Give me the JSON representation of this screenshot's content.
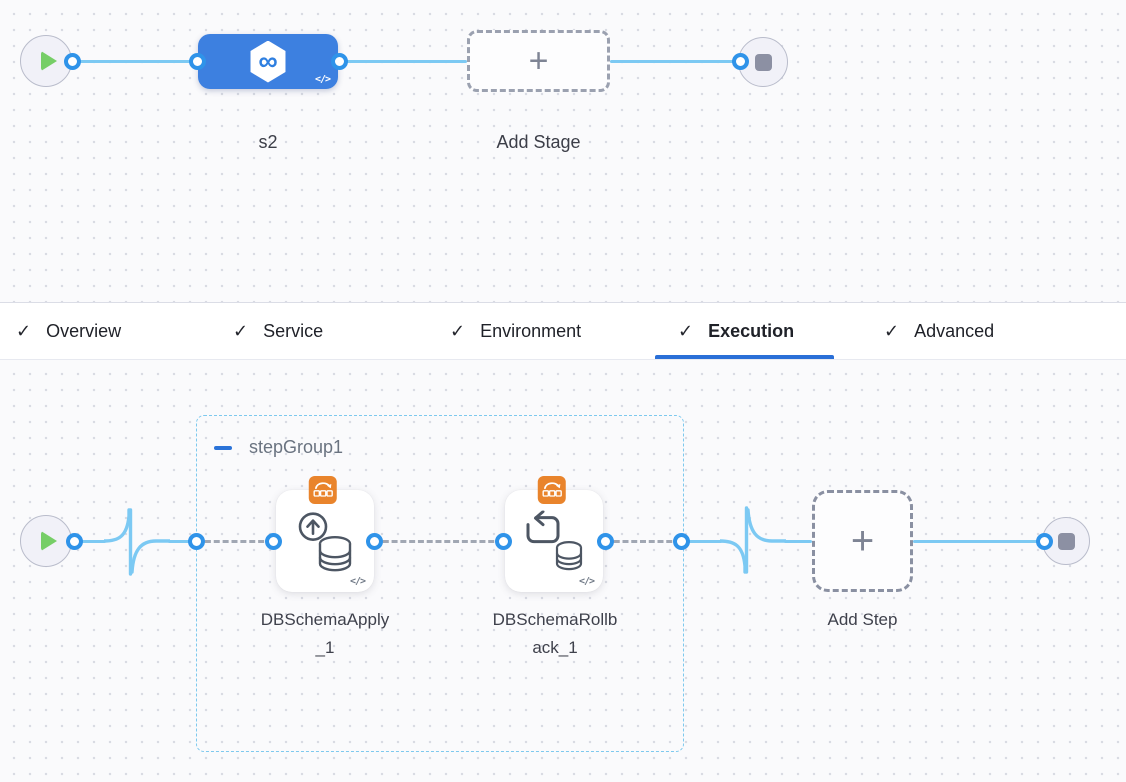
{
  "glyphs": {
    "plus": "+",
    "check": "✓",
    "infinity": "∞",
    "code": "</>"
  },
  "colors": {
    "stage_blue": "#3D80E0",
    "line_blue": "#7CC9F3",
    "ring_blue": "#2F93E9",
    "underline_blue": "#2A6FD7",
    "badge_orange": "#E9842C",
    "group_border_blue": "#7EC9EE",
    "play_green": "#76CE67",
    "stop_gray": "#8C90A3"
  },
  "top_pipeline": {
    "start_node": "pipeline-start",
    "end_node": "pipeline-stop",
    "stage": {
      "label": "s2",
      "icon": "harness-infinity-icon",
      "code_glyph": "</>"
    },
    "add_stage": {
      "label": "Add Stage",
      "icon": "plus-icon"
    }
  },
  "tabs": {
    "items": [
      {
        "label": "Overview",
        "icon": "check-icon",
        "active": false
      },
      {
        "label": "Service",
        "icon": "check-icon",
        "active": false
      },
      {
        "label": "Environment",
        "icon": "check-icon",
        "active": false
      },
      {
        "label": "Execution",
        "icon": "check-icon",
        "active": true
      },
      {
        "label": "Advanced",
        "icon": "check-icon",
        "active": false
      }
    ]
  },
  "execution": {
    "start_node": "execution-start",
    "end_node": "execution-stop",
    "step_group": {
      "label": "stepGroup1",
      "collapse_icon": "minus-icon",
      "steps": [
        {
          "label": "DBSchemaApply_1",
          "icon": "db-schema-apply-icon",
          "badge": "aws-deploy-badge-icon",
          "code_glyph": "</>"
        },
        {
          "label": "DBSchemaRollback_1",
          "icon": "db-schema-rollback-icon",
          "badge": "aws-deploy-badge-icon",
          "code_glyph": "</>"
        }
      ]
    },
    "add_step": {
      "label": "Add Step",
      "icon": "plus-icon"
    }
  }
}
